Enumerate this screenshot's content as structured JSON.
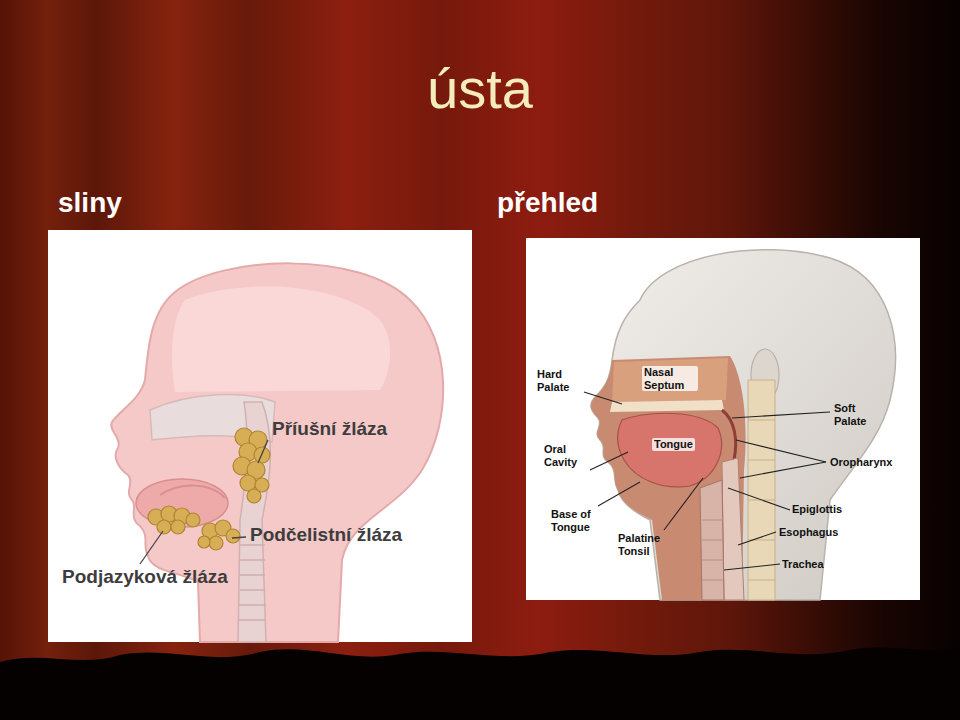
{
  "diagram": {
    "title": "ústa",
    "nodes": [
      {
        "text": [
          "sliny"
        ]
      },
      {
        "text": [
          "přehled"
        ]
      }
    ],
    "labels": [
      "Příušní žláza",
      "Podčelistní žláza",
      "Podjazyková žláza",
      "Hard Palate",
      "Nasal Septum",
      "Oral Cavity",
      "Tongue",
      "Base of Tongue",
      "Palatine Tonsil",
      "Soft Palate",
      "Oropharynx",
      "Epiglottis",
      "Esophagus",
      "Trachea"
    ]
  }
}
